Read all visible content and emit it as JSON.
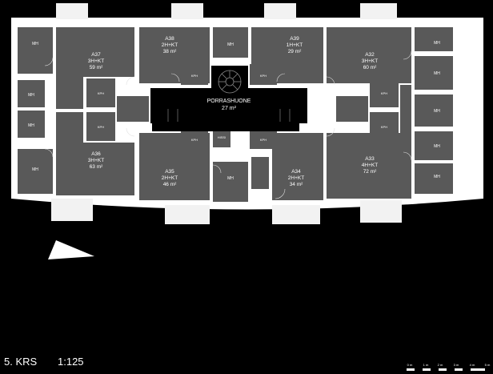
{
  "floor": {
    "label": "5. KRS",
    "scale": "1:125"
  },
  "stair": {
    "name": "PORRASHUONE",
    "area": "27 m²"
  },
  "apartments": [
    {
      "id": "A37",
      "type": "3H+KT",
      "area": "59 m²"
    },
    {
      "id": "A38",
      "type": "2H+KT",
      "area": "38 m²"
    },
    {
      "id": "A39",
      "type": "1H+KT",
      "area": "29 m²"
    },
    {
      "id": "A32",
      "type": "3H+KT",
      "area": "60 m²"
    },
    {
      "id": "A36",
      "type": "3H+KT",
      "area": "63 m²"
    },
    {
      "id": "A35",
      "type": "2H+KT",
      "area": "46 m²"
    },
    {
      "id": "A34",
      "type": "2H+KT",
      "area": "34 m²"
    },
    {
      "id": "A33",
      "type": "4H+KT",
      "area": "72 m²"
    }
  ],
  "room_labels": {
    "bedroom": "MH",
    "bathroom": "KPH",
    "elevator": "HISSI"
  },
  "scale_bar": {
    "ticks": [
      "0 m",
      "1 m",
      "2 m",
      "3 m",
      "4 m",
      "5 m"
    ]
  },
  "colors": {
    "background": "#000000",
    "wall": "#ffffff",
    "room": "#595959"
  }
}
